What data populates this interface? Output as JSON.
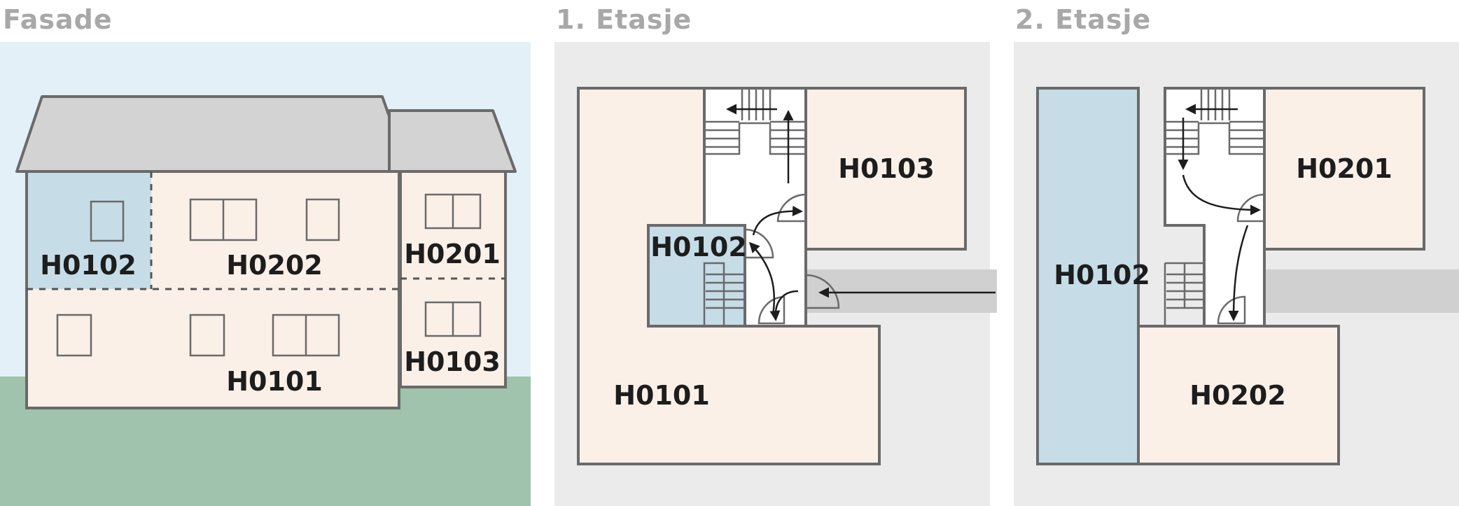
{
  "panels": {
    "facade": {
      "title": "Fasade"
    },
    "floor1": {
      "title": "1. Etasje"
    },
    "floor2": {
      "title": "2. Etasje"
    }
  },
  "facade_units": {
    "h0102": "H0102",
    "h0202": "H0202",
    "h0201": "H0201",
    "h0101": "H0101",
    "h0103": "H0103"
  },
  "floor1_units": {
    "h0101": "H0101",
    "h0102": "H0102",
    "h0103": "H0103"
  },
  "floor2_units": {
    "h0102": "H0102",
    "h0201": "H0201",
    "h0202": "H0202"
  },
  "colors": {
    "sky": "#e3f0f8",
    "grass": "#9fc3ac",
    "roof": "#d3d3d3",
    "unit_beige": "#faf0e8",
    "unit_blue": "#c6dde8",
    "floor_background": "#ebebeb",
    "corridor": "#d0d0d0",
    "wall": "#6a6a6a",
    "title": "#a8a8a8"
  }
}
